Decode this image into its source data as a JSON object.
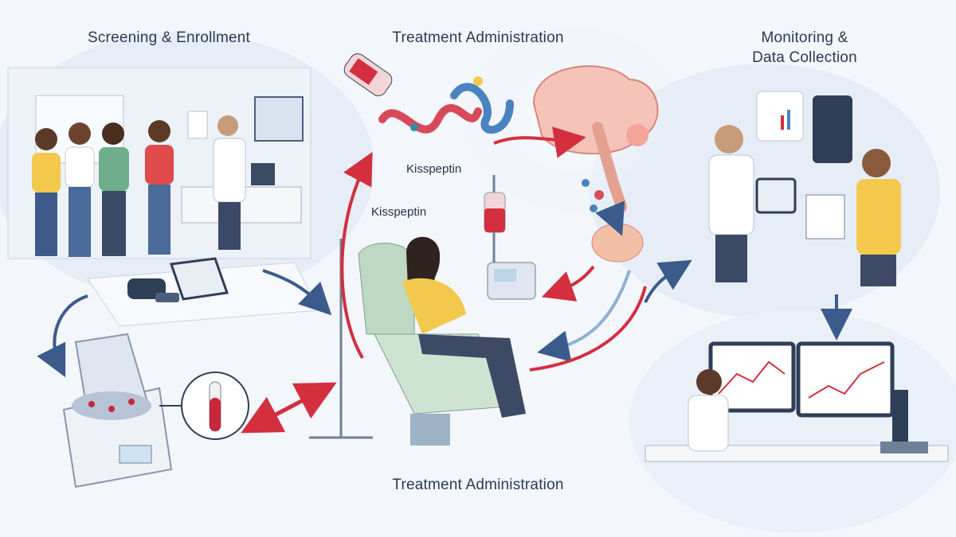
{
  "sections": {
    "screening": {
      "title": "Screening & Enrollment"
    },
    "treatment_top": {
      "title": "Treatment Administration"
    },
    "monitoring": {
      "title_line1": "Monitoring &",
      "title_line2": "Data Collection"
    },
    "treatment_bottom": {
      "title": "Treatment Administration"
    }
  },
  "molecule_labels": {
    "kisspeptin_upper": "Kisspeptin",
    "kisspeptin_lower": "Kisspeptin"
  },
  "colors": {
    "navy": "#2f4f7f",
    "crimson": "#c8283a",
    "teal": "#2f8fa0",
    "skin": "#8a5a3c",
    "lab_white": "#ffffff",
    "chair_green": "#bfd8c4",
    "shirt_yellow": "#f2c94c"
  },
  "icons": [
    "blood-tube-icon",
    "centrifuge-icon",
    "brain-icon",
    "iv-drip-icon",
    "monitor-icon",
    "microscope-icon",
    "tablet-icon"
  ]
}
